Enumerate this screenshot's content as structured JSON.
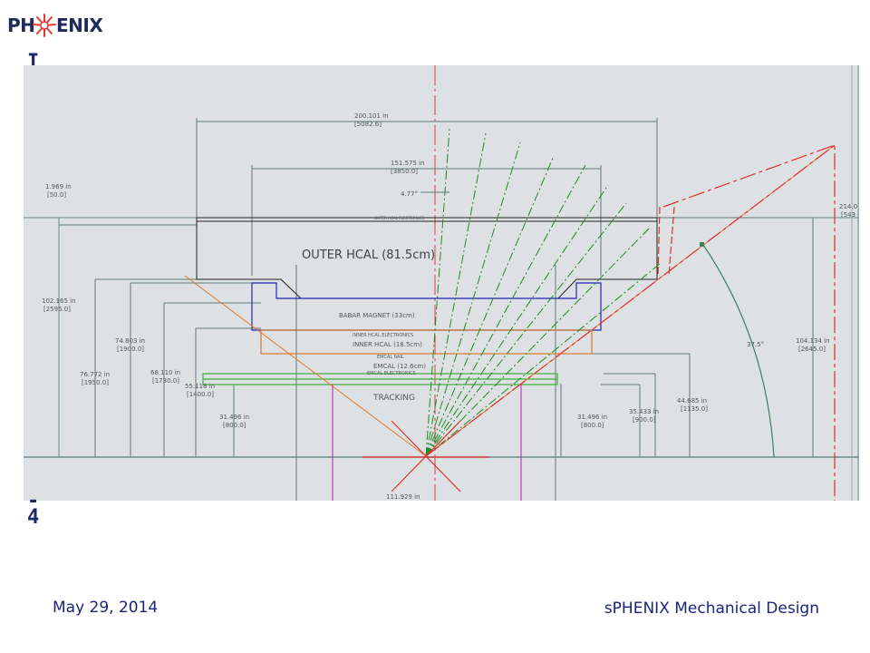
{
  "header": {
    "logo_prefix": "PH",
    "logo_suffix": "ENIX"
  },
  "drawing": {
    "dims_top": [
      {
        "in": "200.101 in",
        "mm": "[5082.6]"
      },
      {
        "in": "151.575 in",
        "mm": "[3850.0]"
      }
    ],
    "angle_top": "4.77°",
    "left_top_dim": {
      "in": "1.969 in",
      "mm": "[50.0]"
    },
    "left_dims": [
      {
        "in": "102.165 in",
        "mm": "[2595.0]"
      },
      {
        "in": "76.772 in",
        "mm": "[1950.0]"
      },
      {
        "in": "74.803 in",
        "mm": "[1900.0]"
      },
      {
        "in": "68.110 in",
        "mm": "[1730.0]"
      },
      {
        "in": "55.118 in",
        "mm": "[1400.0]"
      },
      {
        "in": "31.496 in",
        "mm": "[800.0]"
      }
    ],
    "right_dims": [
      {
        "in": "31.496 in",
        "mm": "[800.0]"
      },
      {
        "in": "35.433 in",
        "mm": "[900.0]"
      },
      {
        "in": "44.685 in",
        "mm": "[1135.0]"
      },
      {
        "in": "104.134 in",
        "mm": "[2645.0]"
      },
      {
        "in": "214.0",
        "mm": "[543"
      }
    ],
    "angle_right": "37.5°",
    "bottom_dim": "111.929 in",
    "labels": {
      "outer_hcal_electronics": "OUTER HCAL ELECTRONICS",
      "outer_hcal": "OUTER HCAL (81.5cm)",
      "babar_magnet": "BABAR MAGNET (33cm)",
      "inner_hcal_electronics": "INNER HCAL ELECTRONICS",
      "inner_hcal": "INNER HCAL (18.5cm)",
      "emcal_rail": "EMCAL RAIL",
      "emcal": "EMCAL (12.6cm)",
      "emcal_electronics": "EMCAL ELECTRONICS",
      "tracking": "TRACKING"
    },
    "colors": {
      "background": "#dde1e3",
      "dimension": "#5e7b7a",
      "outer_hcal": "#222222",
      "magnet": "#2323b4",
      "inner_hcal": "#d77a2c",
      "emcal": "#3fae3f",
      "tracking": "#c83cc8",
      "rays": "#1f8a1f",
      "beam": "#e03030"
    }
  },
  "footer": {
    "date": "May 29, 2014",
    "title": "sPHENIX Mechanical Design"
  }
}
